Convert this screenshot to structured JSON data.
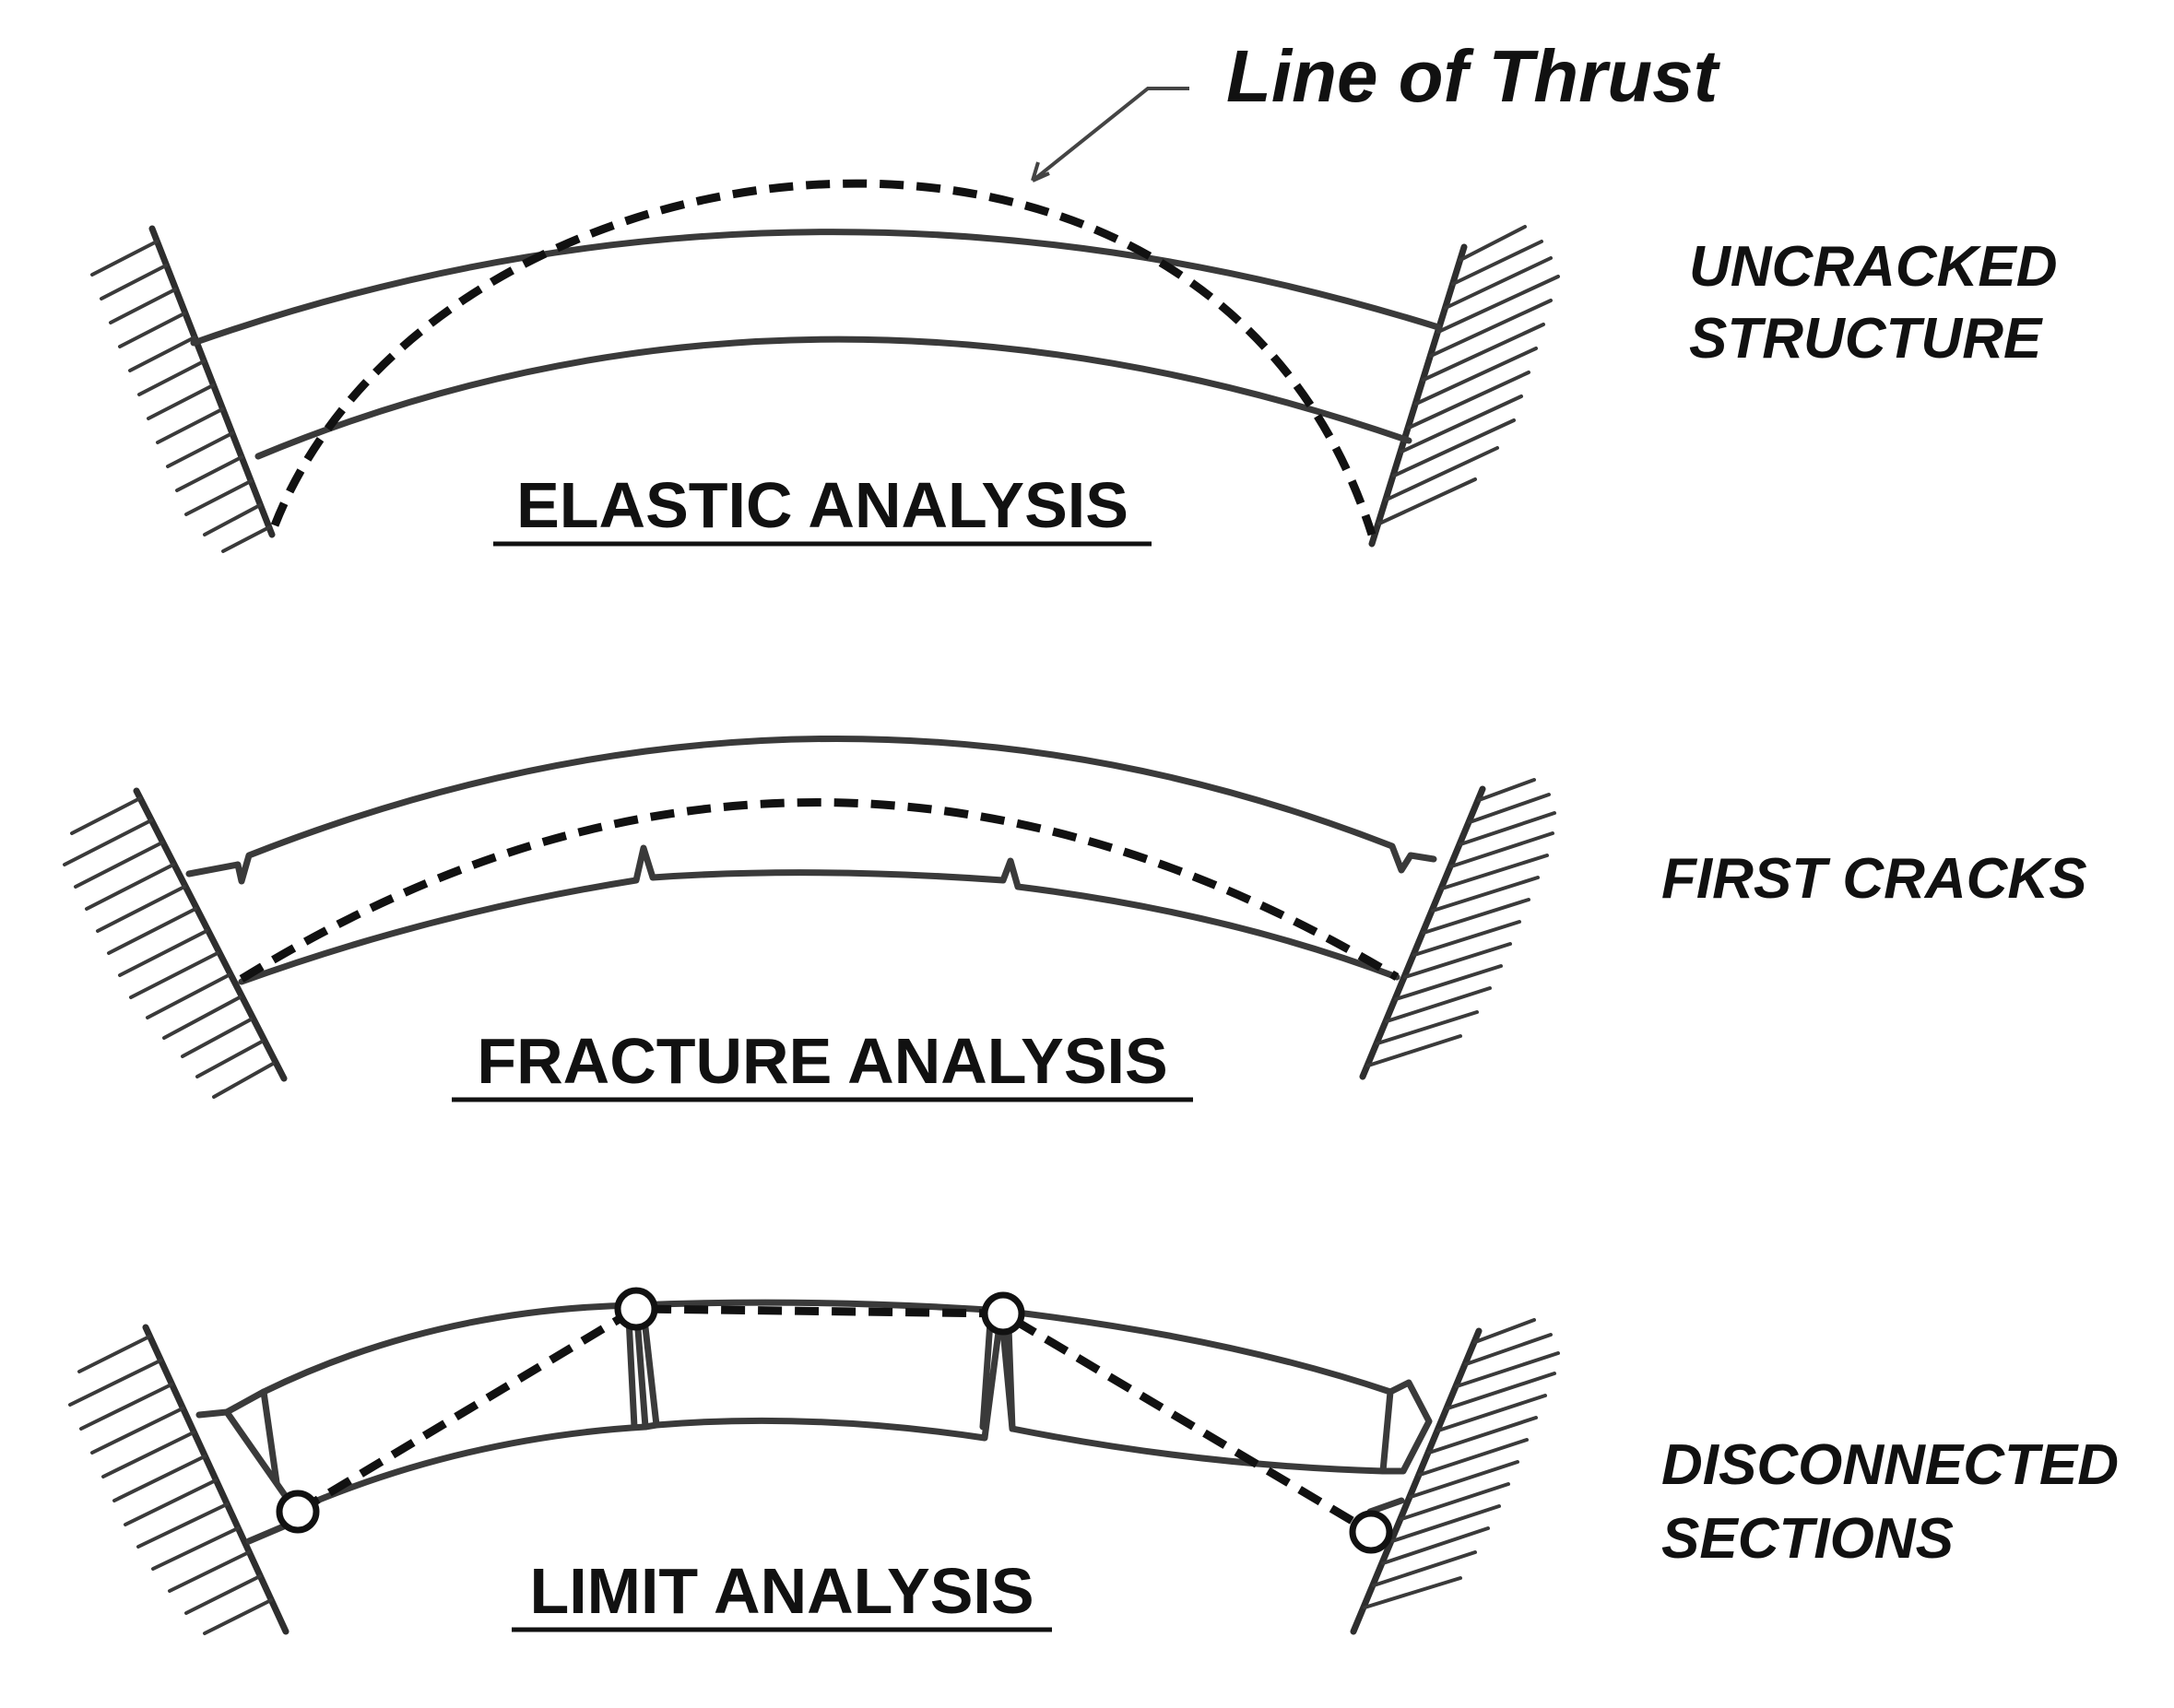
{
  "callout": {
    "line_of_thrust": "Line of Thrust"
  },
  "panels": [
    {
      "id": "elastic",
      "title": "ELASTIC ANALYSIS",
      "side_label_lines": [
        "UNCRACKED",
        "STRUCTURE"
      ]
    },
    {
      "id": "fracture",
      "title": "FRACTURE ANALYSIS",
      "side_label_lines": [
        "FIRST CRACKS"
      ]
    },
    {
      "id": "limit",
      "title": "LIMIT ANALYSIS",
      "side_label_lines": [
        "DISCONNECTED",
        "SECTIONS"
      ]
    }
  ],
  "hinge_count_limit_analysis": 4
}
